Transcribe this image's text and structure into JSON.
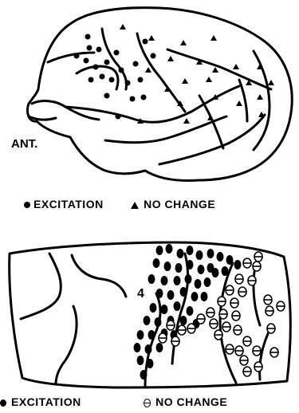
{
  "top_panel": {
    "anterior_label": "ANT.",
    "legend": {
      "excitation": "EXCITATION",
      "no_change": "NO CHANGE"
    },
    "excitation_count": 21,
    "no_change_count": 23
  },
  "bottom_panel": {
    "area_label": "4",
    "legend": {
      "excitation": "EXCITATION",
      "no_change": "NO CHANGE"
    },
    "excitation_count": 47,
    "no_change_count": 34
  },
  "colors": {
    "ink": "#000000",
    "paper": "#ffffff"
  },
  "icons": {
    "excitation": "filled-dot-icon",
    "no_change_top": "filled-triangle-icon",
    "no_change_bottom": "theta-circle-icon"
  }
}
